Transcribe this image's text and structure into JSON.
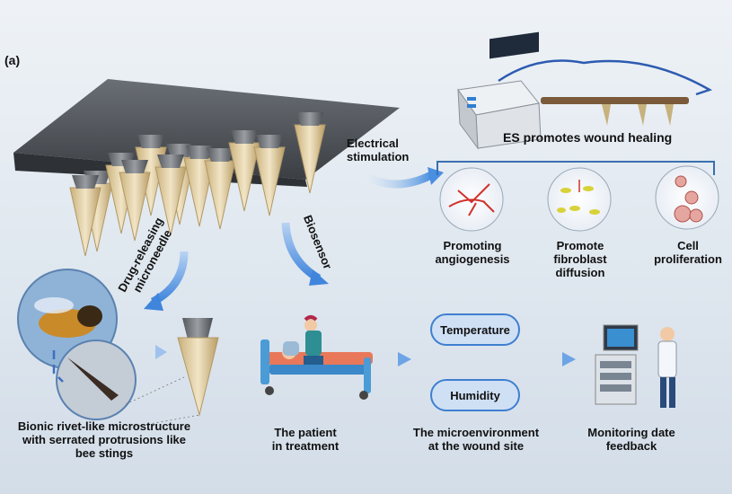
{
  "panel_label": "(a)",
  "labels": {
    "electrical_stimulation": [
      "Electrical",
      "stimulation"
    ],
    "es_promotes": "ES promotes wound healing",
    "angiogenesis": [
      "Promoting",
      "angiogenesis"
    ],
    "fibroblast": [
      "Promote",
      "fibroblast",
      "diffusion"
    ],
    "proliferation": [
      "Cell",
      "proliferation"
    ],
    "drug_releasing": [
      "Drug-releasing",
      "microneedle"
    ],
    "biosensor": "Biosensor",
    "bionic": [
      "Bionic rivet-like microstructure",
      "with serrated protrusions like",
      "bee stings"
    ],
    "patient": [
      "The patient",
      "in treatment"
    ],
    "temperature": "Temperature",
    "humidity": "Humidity",
    "microenvironment": [
      "The microenvironment",
      "at the wound site"
    ],
    "monitoring": [
      "Monitoring date",
      "feedback"
    ]
  },
  "colors": {
    "arrow": "#4a8fe0",
    "bracket": "#3a6fb0",
    "pill_border": "#3f7fd0",
    "pill_fill": "#cfe0f5",
    "needle_tip": "#c8b07a",
    "plate": "#555a60"
  }
}
